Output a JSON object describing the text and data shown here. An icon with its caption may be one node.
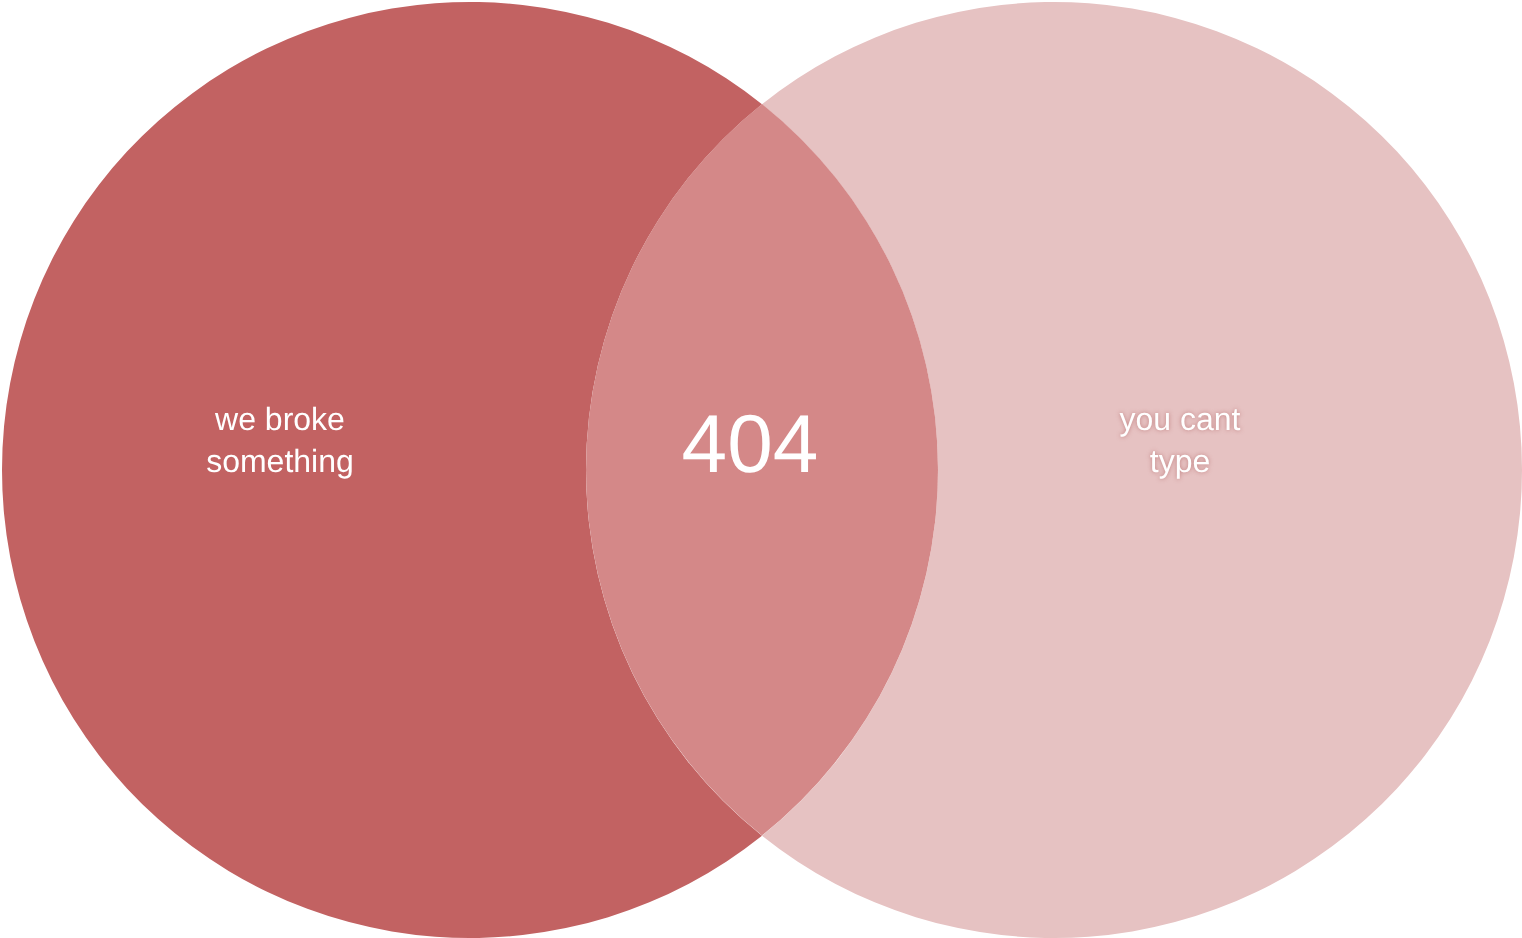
{
  "diagram": {
    "nodes": [
      {
        "text": [
          "we broke something"
        ]
      },
      {
        "text": [
          "you cant type"
        ]
      },
      {
        "text": [
          "404"
        ]
      }
    ]
  }
}
